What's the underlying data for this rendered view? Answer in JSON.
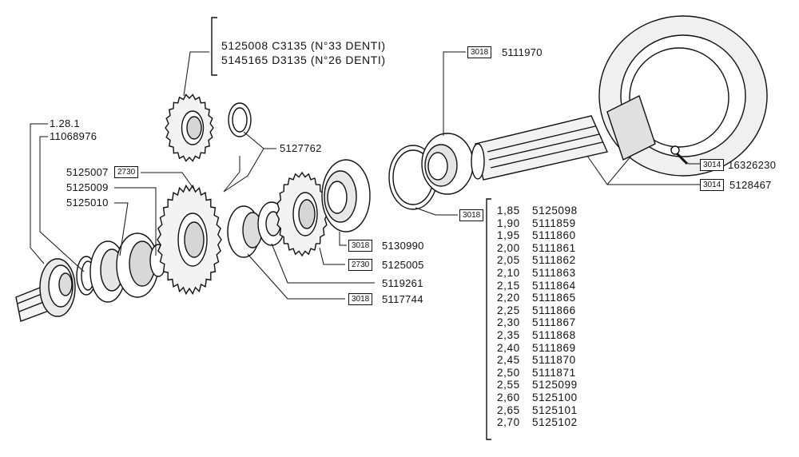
{
  "header_note": {
    "line1": "5125008 C3135 (N°33  DENTI)",
    "line2": "5145165 D3135 (N°26  DENTI)"
  },
  "labels": {
    "p_1_28_1": "1.28.1",
    "p_11068976": "11068976",
    "p_5125007": "5125007",
    "p_5125009": "5125009",
    "p_5125010": "5125010",
    "p_5127762": "5127762",
    "p_5111970": "5111970",
    "p_16326230": "16326230",
    "p_5128467": "5128467",
    "p_5130990": "5130990",
    "p_5125005": "5125005",
    "p_5119261": "5119261",
    "p_5117744": "5117744"
  },
  "boxes": {
    "b_5125007": "2730",
    "b_5111970": "3018",
    "b_16326230": "3014",
    "b_5128467": "3014",
    "b_shims": "3018",
    "b_5130990": "3018",
    "b_5125005": "2730",
    "b_5117744": "3018"
  },
  "shim_table": [
    {
      "size": "1,85",
      "code": "5125098"
    },
    {
      "size": "1,90",
      "code": "5111859"
    },
    {
      "size": "1,95",
      "code": "5111860"
    },
    {
      "size": "2,00",
      "code": "5111861"
    },
    {
      "size": "2,05",
      "code": "5111862"
    },
    {
      "size": "2,10",
      "code": "5111863"
    },
    {
      "size": "2,15",
      "code": "5111864"
    },
    {
      "size": "2,20",
      "code": "5111865"
    },
    {
      "size": "2,25",
      "code": "5111866"
    },
    {
      "size": "2,30",
      "code": "5111867"
    },
    {
      "size": "2,35",
      "code": "5111868"
    },
    {
      "size": "2,40",
      "code": "5111869"
    },
    {
      "size": "2,45",
      "code": "5111870"
    },
    {
      "size": "2,50",
      "code": "5111871"
    },
    {
      "size": "2,55",
      "code": "5125099"
    },
    {
      "size": "2,60",
      "code": "5125100"
    },
    {
      "size": "2,65",
      "code": "5125101"
    },
    {
      "size": "2,70",
      "code": "5125102"
    }
  ]
}
